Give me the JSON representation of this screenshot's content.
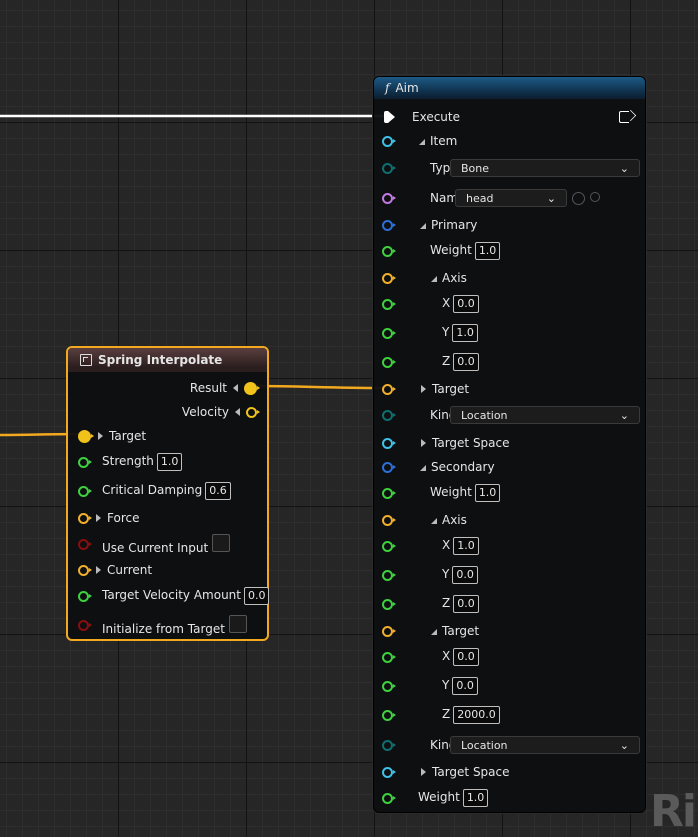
{
  "aim_node": {
    "title": "Aim",
    "rows": [
      {
        "id": "execute",
        "label": "Execute",
        "kind": "exec"
      },
      {
        "id": "item",
        "label": "Item",
        "kind": "struct",
        "color": "#3fc1e8"
      },
      {
        "id": "type",
        "label": "Type",
        "kind": "combo",
        "value": "Bone",
        "color": "#0f6f6f"
      },
      {
        "id": "name",
        "label": "Name",
        "kind": "name",
        "value": "head",
        "color": "#c07ae0"
      },
      {
        "id": "primary",
        "label": "Primary",
        "kind": "struct",
        "color": "#2b6fd8"
      },
      {
        "id": "p_weight",
        "label": "Weight",
        "kind": "float",
        "value": "1.0",
        "color": "#3fd23f"
      },
      {
        "id": "p_axis",
        "label": "Axis",
        "kind": "struct",
        "color": "#f1b02c"
      },
      {
        "id": "p_x",
        "label": "X",
        "kind": "float",
        "value": "0.0",
        "color": "#3fd23f"
      },
      {
        "id": "p_y",
        "label": "Y",
        "kind": "float",
        "value": "1.0",
        "color": "#3fd23f"
      },
      {
        "id": "p_z",
        "label": "Z",
        "kind": "float",
        "value": "0.0",
        "color": "#3fd23f"
      },
      {
        "id": "p_target",
        "label": "Target",
        "kind": "collapsed",
        "color": "#f1b02c"
      },
      {
        "id": "p_kind",
        "label": "Kind",
        "kind": "combo",
        "value": "Location",
        "color": "#0f6f6f"
      },
      {
        "id": "p_space",
        "label": "Target Space",
        "kind": "collapsed",
        "color": "#3fc1e8"
      },
      {
        "id": "secondary",
        "label": "Secondary",
        "kind": "struct",
        "color": "#2b6fd8"
      },
      {
        "id": "s_weight",
        "label": "Weight",
        "kind": "float",
        "value": "1.0",
        "color": "#3fd23f"
      },
      {
        "id": "s_axis",
        "label": "Axis",
        "kind": "struct",
        "color": "#f1b02c"
      },
      {
        "id": "s_x",
        "label": "X",
        "kind": "float",
        "value": "1.0",
        "color": "#3fd23f"
      },
      {
        "id": "s_y",
        "label": "Y",
        "kind": "float",
        "value": "0.0",
        "color": "#3fd23f"
      },
      {
        "id": "s_z",
        "label": "Z",
        "kind": "float",
        "value": "0.0",
        "color": "#3fd23f"
      },
      {
        "id": "s_target",
        "label": "Target",
        "kind": "struct",
        "color": "#f1b02c"
      },
      {
        "id": "t_x",
        "label": "X",
        "kind": "float",
        "value": "0.0",
        "color": "#3fd23f"
      },
      {
        "id": "t_y",
        "label": "Y",
        "kind": "float",
        "value": "0.0",
        "color": "#3fd23f"
      },
      {
        "id": "t_z",
        "label": "Z",
        "kind": "float",
        "value": "2000.0",
        "color": "#3fd23f"
      },
      {
        "id": "s_kind",
        "label": "Kind",
        "kind": "combo",
        "value": "Location",
        "color": "#0f6f6f"
      },
      {
        "id": "s_space",
        "label": "Target Space",
        "kind": "collapsed",
        "color": "#3fc1e8"
      },
      {
        "id": "weight",
        "label": "Weight",
        "kind": "float",
        "value": "1.0",
        "color": "#3fd23f"
      }
    ]
  },
  "spring_node": {
    "title": "Spring Interpolate",
    "outputs": [
      {
        "label": "Result",
        "color": "#f1c21a",
        "filled": true
      },
      {
        "label": "Velocity",
        "color": "#f1c21a",
        "filled": false
      }
    ],
    "inputs": [
      {
        "label": "Target",
        "kind": "collapsed",
        "color": "#f1c21a",
        "filled": true
      },
      {
        "label": "Strength",
        "kind": "float",
        "value": "1.0",
        "color": "#3fd23f"
      },
      {
        "label": "Critical Damping",
        "kind": "float",
        "value": "0.6",
        "color": "#3fd23f"
      },
      {
        "label": "Force",
        "kind": "collapsed",
        "color": "#f1b02c"
      },
      {
        "label": "Use Current Input",
        "kind": "bool",
        "color": "#8a0e0e"
      },
      {
        "label": "Current",
        "kind": "collapsed",
        "color": "#f1b02c"
      },
      {
        "label": "Target Velocity Amount",
        "kind": "float",
        "value": "0.0",
        "color": "#3fd23f"
      },
      {
        "label": "Initialize from Target",
        "kind": "bool",
        "color": "#8a0e0e"
      }
    ]
  },
  "watermark": "Ri",
  "colors": {
    "exec_wire": "#ffffff",
    "struct_wire": "#f3a91f",
    "selection": "#f3a91f"
  }
}
